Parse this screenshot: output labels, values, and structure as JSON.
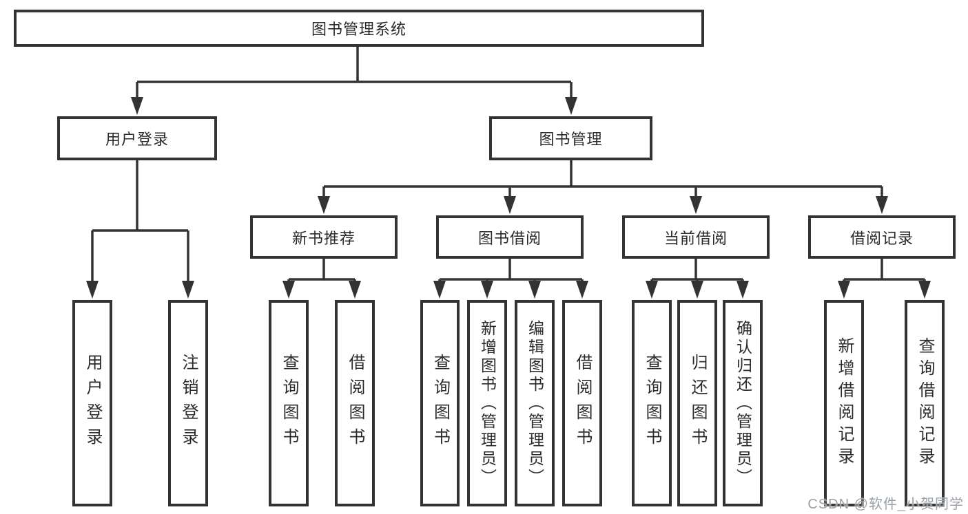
{
  "tree": {
    "root": {
      "label": "图书管理系统"
    },
    "user_branch": {
      "label": "用户登录",
      "children": [
        {
          "label": "用户登录"
        },
        {
          "label": "注销登录"
        }
      ]
    },
    "book_branch": {
      "label": "图书管理",
      "sections": [
        {
          "label": "新书推荐",
          "children": [
            {
              "label": "查询图书"
            },
            {
              "label": "借阅图书"
            }
          ]
        },
        {
          "label": "图书借阅",
          "children": [
            {
              "label": "查询图书"
            },
            {
              "label": "新增图书（管理员）"
            },
            {
              "label": "编辑图书（管理员）"
            },
            {
              "label": "借阅图书"
            }
          ]
        },
        {
          "label": "当前借阅",
          "children": [
            {
              "label": "查询图书"
            },
            {
              "label": "归还图书"
            },
            {
              "label": "确认归还（管理员）"
            }
          ]
        },
        {
          "label": "借阅记录",
          "children": [
            {
              "label": "新增借阅记录"
            },
            {
              "label": "查询借阅记录"
            }
          ]
        }
      ]
    }
  },
  "watermark": "CSDN @软件_小贺同学",
  "colors": {
    "line": "#333333",
    "box_border": "#333333",
    "text": "#2b2b2b",
    "watermark": "#9aa0a6",
    "background": "#ffffff"
  }
}
